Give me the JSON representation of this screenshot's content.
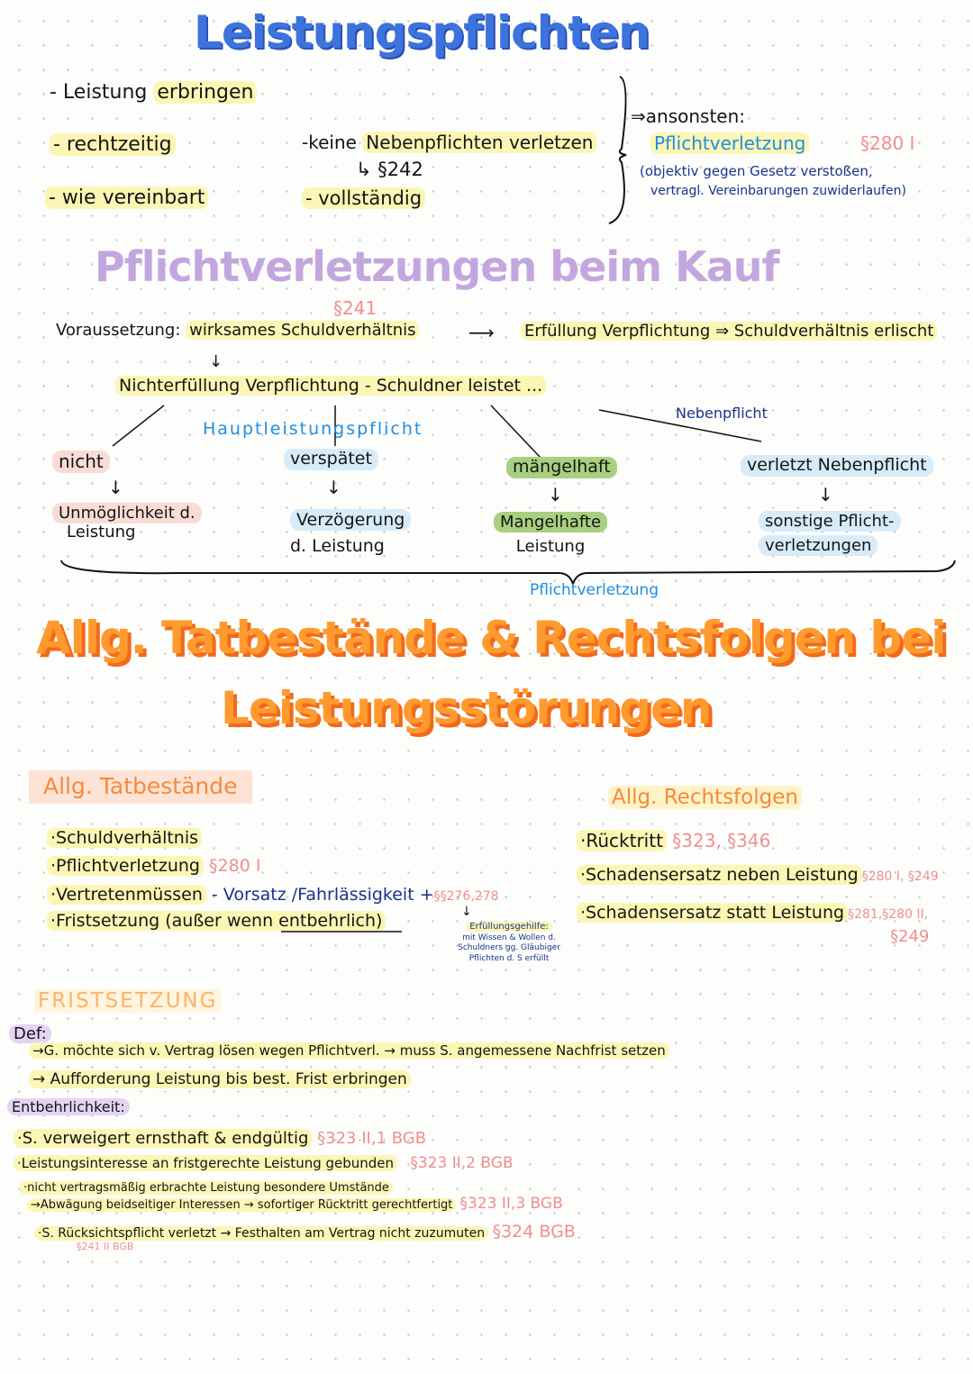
{
  "section1": {
    "title": "Leistungspflichten",
    "items": [
      "- Leistung",
      "erbringen",
      "- rechtzeitig",
      "- wie vereinbart",
      "-keine",
      "Nebenpflichten verletzen",
      "↳ §242",
      "- vollständig"
    ],
    "otherwise": "⇒ansonsten:",
    "violation": "Pflichtverletzung",
    "violation_ref": "§280 I",
    "note_line1": "(objektiv gegen Gesetz verstoßen,",
    "note_line2": "vertragl. Vereinbarungen zuwiderlaufen)"
  },
  "section2": {
    "title": "Pflichtverletzungen beim Kauf",
    "ref": "§241",
    "prerequisite_label": "Voraussetzung:",
    "prerequisite": "wirksames Schuldverhältnis",
    "arrow": "⟶",
    "fulfilment": "Erfüllung Verpflichtung ⇒ Schuldverhältnis erlischt",
    "down_arrow": "↓",
    "nonfulfilment": "Nichterfüllung Verpflichtung - Schuldner leistet ...",
    "main_duty": "Hauptleistungspflicht",
    "side_duty": "Nebenpflicht",
    "cases": [
      {
        "label": "nicht",
        "result": "Unmöglichkeit d.",
        "result2": "Leistung"
      },
      {
        "label": "verspätet",
        "result": "Verzögerung",
        "result2": "d. Leistung"
      },
      {
        "label": "mängelhaft",
        "result": "Mangelhafte",
        "result2": "Leistung"
      },
      {
        "label": "verletzt Nebenpflicht",
        "result": "sonstige Pflicht-",
        "result2": "verletzungen"
      }
    ],
    "summary": "Pflichtverletzung"
  },
  "section3": {
    "title_line1": "Allg. Tatbestände & Rechtsfolgen bei",
    "title_line2": "Leistungsstörungen",
    "left_heading": "Allg. Tatbestände",
    "left_items": [
      {
        "text": "·Schuldverhältnis",
        "ref": ""
      },
      {
        "text": "·Pflichtverletzung",
        "ref": "§280 I"
      },
      {
        "text": "·Vertretenmüssen",
        "extra": "- Vorsatz /Fahrlässigkeit +",
        "ref": "§§276,278"
      },
      {
        "text": "·Fristsetzung (außer wenn entbehrlich)",
        "ref": ""
      }
    ],
    "helper_title": "Erfüllungsgehilfe:",
    "helper_text1": "mit Wissen & Wollen d.",
    "helper_text2": "Schuldners gg. Gläubiger",
    "helper_text3": "Pflichten d. S erfüllt",
    "right_heading": "Allg. Rechtsfolgen",
    "right_items": [
      {
        "text": "·Rücktritt",
        "ref": "§323, §346"
      },
      {
        "text": "·Schadensersatz neben Leistung",
        "ref": "§280 I, §249"
      },
      {
        "text": "·Schadensersatz statt Leistung",
        "ref": "§281,§280 II,",
        "ref2": "§249"
      }
    ]
  },
  "section4": {
    "heading": "FRISTSETZUNG",
    "def_label": "Def:",
    "def_lines": [
      "→G. möchte sich v. Vertrag lösen wegen Pflichtverl. → muss S. angemessene Nachfrist setzen",
      "→ Aufforderung Leistung bis best. Frist erbringen"
    ],
    "dispensable_label": "Entbehrlichkeit:",
    "cases": [
      {
        "text": "·S. verweigert ernsthaft & endgültig",
        "ref": "§323 II,1 BGB"
      },
      {
        "text": "·Leistungsinteresse an fristgerechte Leistung gebunden",
        "ref": "§323 II,2 BGB"
      },
      {
        "text": "·nicht vertragsmäßig erbrachte Leistung besondere Umstände",
        "ref": ""
      },
      {
        "text": "→Abwägung beidseitiger Interessen → sofortiger Rücktritt gerechtfertigt",
        "ref": "§323 II,3 BGB"
      },
      {
        "text": "·S. Rücksichtspflicht verletzt → Festhalten am Vertrag nicht zuzumuten",
        "ref": "§324 BGB",
        "subref": "§241 II BGB"
      }
    ]
  }
}
